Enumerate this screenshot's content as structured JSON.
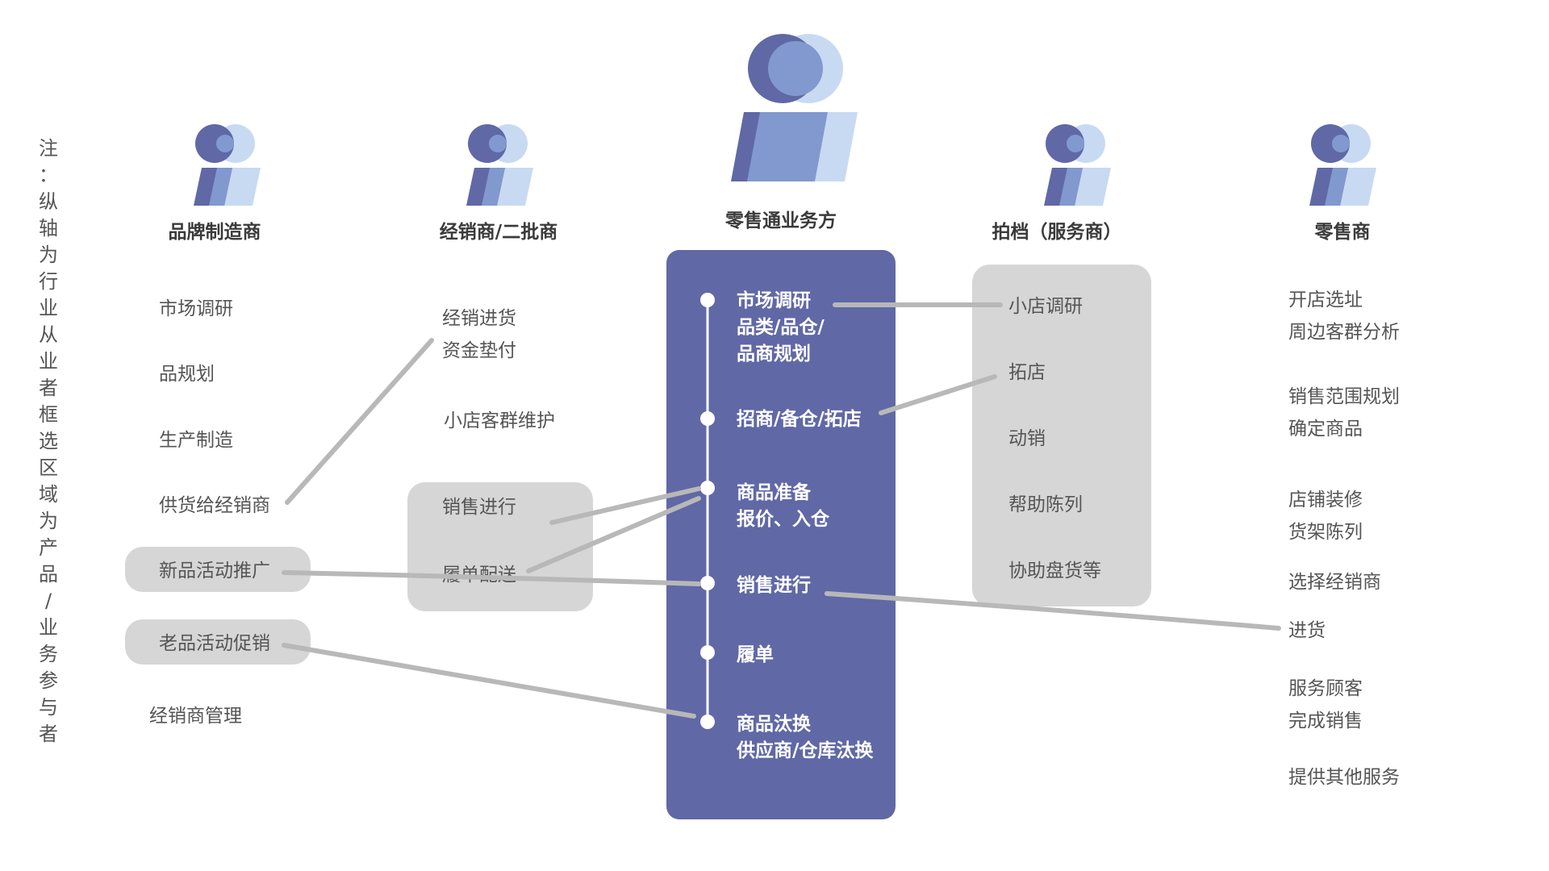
{
  "note": "注：纵轴为行业从业者框选区域为产品/业务参与者",
  "colors": {
    "center_box": "#6068a6",
    "person_dark": "#6068a6",
    "person_mid": "#8199cf",
    "person_light": "#c8daf2",
    "highlight_box": "#d6d6d6",
    "connector": "#b8b8b8",
    "text": "#555555",
    "title": "#3a3a3a"
  },
  "columns": {
    "brand": {
      "title": "品牌制造商",
      "items": [
        "市场调研",
        "品规划",
        "生产制造",
        "供货给经销商",
        "新品活动推广",
        "老品活动促销",
        "经销商管理"
      ]
    },
    "distributor": {
      "title": "经销商/二批商",
      "items": [
        [
          "经销进货",
          "资金垫付"
        ],
        "小店客群维护",
        "销售进行",
        "履单配送"
      ]
    },
    "center": {
      "title": "零售通业务方",
      "items": [
        [
          "市场调研",
          "品类/品仓/",
          "品商规划"
        ],
        "招商/备仓/拓店",
        [
          "商品准备",
          "报价、入仓"
        ],
        "销售进行",
        "履单",
        [
          "商品汰换",
          "供应商/仓库汰换"
        ]
      ]
    },
    "partner": {
      "title": "拍档（服务商）",
      "items": [
        "小店调研",
        "拓店",
        "动销",
        "帮助陈列",
        "协助盘货等"
      ]
    },
    "retailer": {
      "title": "零售商",
      "items": [
        [
          "开店选址",
          "周边客群分析"
        ],
        [
          "销售范围规划",
          "确定商品"
        ],
        [
          "店铺装修",
          "货架陈列"
        ],
        "选择经销商",
        "进货",
        [
          "服务顾客",
          "完成销售"
        ],
        "提供其他服务"
      ]
    }
  }
}
